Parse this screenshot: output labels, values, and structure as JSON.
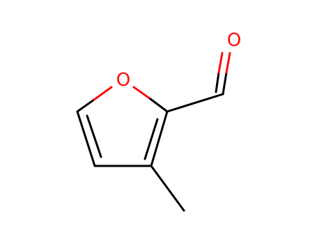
{
  "molecule": {
    "atoms": [
      {
        "id": "o_ring",
        "label": "O"
      },
      {
        "id": "o_aldehyde",
        "label": "O"
      }
    ]
  },
  "colors": {
    "carbon_bond": "#000000",
    "oxygen": "#ff0d0d",
    "background": "#ffffff"
  }
}
